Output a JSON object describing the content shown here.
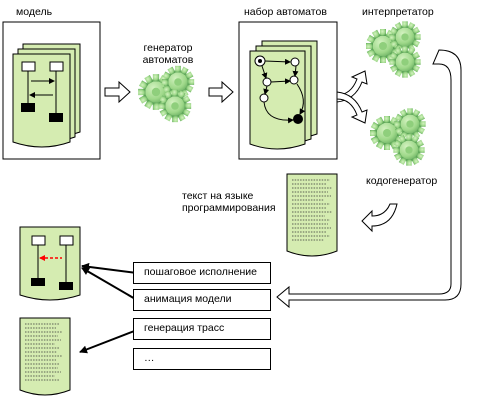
{
  "labels": {
    "model": "модель",
    "generator_line1": "генератор",
    "generator_line2": "автоматов",
    "automata_set": "набор автоматов",
    "interpreter": "интерпретатор",
    "code_generator": "кодогенератор",
    "program_text_line1": "текст на языке",
    "program_text_line2": "программирования"
  },
  "options": [
    "пошаговое исполнение",
    "анимация модели",
    "генерация трасс",
    "…"
  ],
  "colors": {
    "doc_fill": "#d5ecb1",
    "gear_light": "#b9e6a2",
    "gear_dark": "#6fb866",
    "accent_red": "#ff0000"
  }
}
